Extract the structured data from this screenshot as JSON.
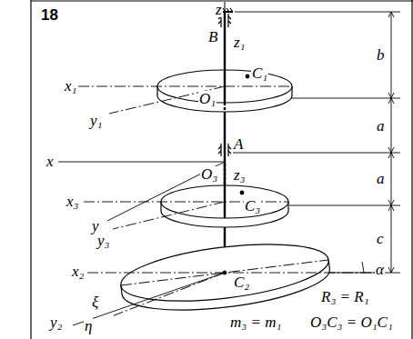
{
  "diagram": {
    "labels": [
      "18",
      "z",
      "B",
      "z₁",
      "C₁",
      "b",
      "x₁",
      "O₁",
      "y₁",
      "a",
      "x",
      "A",
      "O₃",
      "z₃",
      "a",
      "x₃",
      "C₃",
      "y",
      "y₃",
      "c",
      "x₂",
      "C₂",
      "α",
      "ξ",
      "R₃ = R₁",
      "y₂",
      "η",
      "m₃ = m₁",
      "O₃C₃ = O₁C₁"
    ]
  }
}
